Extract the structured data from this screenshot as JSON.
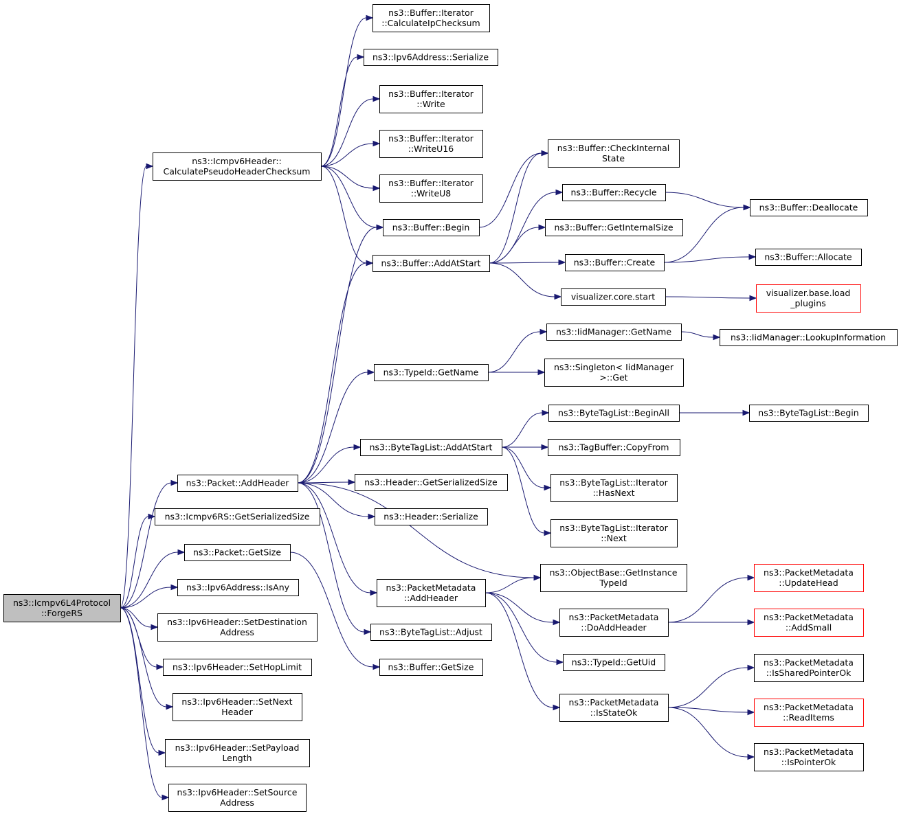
{
  "colors": {
    "edge": "#191970",
    "root_fill": "#bfbfbf",
    "node_border": "#000000",
    "truncated_border": "#ff0000"
  },
  "nodes": [
    {
      "id": "forgers",
      "lines": [
        "ns3::Icmpv6L4Protocol",
        "::ForgeRS"
      ],
      "style": "root"
    },
    {
      "id": "calcpseudo",
      "lines": [
        "ns3::Icmpv6Header::",
        "CalculatePseudoHeaderChecksum"
      ]
    },
    {
      "id": "packet_addheader",
      "lines": [
        "ns3::Packet::AddHeader"
      ]
    },
    {
      "id": "icmpv6rs_getsize",
      "lines": [
        "ns3::Icmpv6RS::GetSerializedSize"
      ]
    },
    {
      "id": "packet_getsize",
      "lines": [
        "ns3::Packet::GetSize"
      ]
    },
    {
      "id": "ipv6addr_isany",
      "lines": [
        "ns3::Ipv6Address::IsAny"
      ]
    },
    {
      "id": "setdest",
      "lines": [
        "ns3::Ipv6Header::SetDestination",
        "Address"
      ]
    },
    {
      "id": "sethop",
      "lines": [
        "ns3::Ipv6Header::SetHopLimit"
      ]
    },
    {
      "id": "setnext",
      "lines": [
        "ns3::Ipv6Header::SetNext",
        "Header"
      ]
    },
    {
      "id": "setpayload",
      "lines": [
        "ns3::Ipv6Header::SetPayload",
        "Length"
      ]
    },
    {
      "id": "setsource",
      "lines": [
        "ns3::Ipv6Header::SetSource",
        "Address"
      ]
    },
    {
      "id": "iter_calcip",
      "lines": [
        "ns3::Buffer::Iterator",
        "::CalculateIpChecksum"
      ]
    },
    {
      "id": "ipv6addr_serialize",
      "lines": [
        "ns3::Ipv6Address::Serialize"
      ]
    },
    {
      "id": "iter_write",
      "lines": [
        "ns3::Buffer::Iterator",
        "::Write"
      ]
    },
    {
      "id": "iter_writeu16",
      "lines": [
        "ns3::Buffer::Iterator",
        "::WriteU16"
      ]
    },
    {
      "id": "iter_writeu8",
      "lines": [
        "ns3::Buffer::Iterator",
        "::WriteU8"
      ]
    },
    {
      "id": "buffer_begin",
      "lines": [
        "ns3::Buffer::Begin"
      ]
    },
    {
      "id": "buffer_addatstart",
      "lines": [
        "ns3::Buffer::AddAtStart"
      ]
    },
    {
      "id": "typeid_getname",
      "lines": [
        "ns3::TypeId::GetName"
      ]
    },
    {
      "id": "btl_addatstart",
      "lines": [
        "ns3::ByteTagList::AddAtStart"
      ]
    },
    {
      "id": "header_getsize",
      "lines": [
        "ns3::Header::GetSerializedSize"
      ]
    },
    {
      "id": "header_serialize",
      "lines": [
        "ns3::Header::Serialize"
      ]
    },
    {
      "id": "pm_addheader",
      "lines": [
        "ns3::PacketMetadata",
        "::AddHeader"
      ]
    },
    {
      "id": "btl_adjust",
      "lines": [
        "ns3::ByteTagList::Adjust"
      ]
    },
    {
      "id": "buffer_getsize",
      "lines": [
        "ns3::Buffer::GetSize"
      ]
    },
    {
      "id": "buffer_checkinternal",
      "lines": [
        "ns3::Buffer::CheckInternal",
        "State"
      ]
    },
    {
      "id": "buffer_recycle",
      "lines": [
        "ns3::Buffer::Recycle"
      ]
    },
    {
      "id": "buffer_getinternalsize",
      "lines": [
        "ns3::Buffer::GetInternalSize"
      ]
    },
    {
      "id": "buffer_create",
      "lines": [
        "ns3::Buffer::Create"
      ]
    },
    {
      "id": "viz_start",
      "lines": [
        "visualizer.core.start"
      ]
    },
    {
      "id": "iid_getname",
      "lines": [
        "ns3::IidManager::GetName"
      ]
    },
    {
      "id": "singleton_get",
      "lines": [
        "ns3::Singleton< IidManager",
        ">::Get"
      ]
    },
    {
      "id": "btl_beginall",
      "lines": [
        "ns3::ByteTagList::BeginAll"
      ]
    },
    {
      "id": "tagbuffer_copyfrom",
      "lines": [
        "ns3::TagBuffer::CopyFrom"
      ]
    },
    {
      "id": "btl_iter_hasnext",
      "lines": [
        "ns3::ByteTagList::Iterator",
        "::HasNext"
      ]
    },
    {
      "id": "btl_iter_next",
      "lines": [
        "ns3::ByteTagList::Iterator",
        "::Next"
      ]
    },
    {
      "id": "objectbase_gettid",
      "lines": [
        "ns3::ObjectBase::GetInstance",
        "TypeId"
      ]
    },
    {
      "id": "pm_doaddheader",
      "lines": [
        "ns3::PacketMetadata",
        "::DoAddHeader"
      ]
    },
    {
      "id": "typeid_getuid",
      "lines": [
        "ns3::TypeId::GetUid"
      ]
    },
    {
      "id": "pm_isstateok",
      "lines": [
        "ns3::PacketMetadata",
        "::IsStateOk"
      ]
    },
    {
      "id": "buffer_deallocate",
      "lines": [
        "ns3::Buffer::Deallocate"
      ]
    },
    {
      "id": "buffer_allocate",
      "lines": [
        "ns3::Buffer::Allocate"
      ]
    },
    {
      "id": "viz_loadplugins",
      "lines": [
        "visualizer.base.load",
        "_plugins"
      ],
      "style": "red"
    },
    {
      "id": "iid_lookupinfo",
      "lines": [
        "ns3::IidManager::LookupInformation"
      ]
    },
    {
      "id": "btl_begin",
      "lines": [
        "ns3::ByteTagList::Begin"
      ]
    },
    {
      "id": "pm_updatehead",
      "lines": [
        "ns3::PacketMetadata",
        "::UpdateHead"
      ],
      "style": "red"
    },
    {
      "id": "pm_addsmall",
      "lines": [
        "ns3::PacketMetadata",
        "::AddSmall"
      ],
      "style": "red"
    },
    {
      "id": "pm_issharedptrok",
      "lines": [
        "ns3::PacketMetadata",
        "::IsSharedPointerOk"
      ]
    },
    {
      "id": "pm_readitems",
      "lines": [
        "ns3::PacketMetadata",
        "::ReadItems"
      ],
      "style": "red"
    },
    {
      "id": "pm_ispointerok",
      "lines": [
        "ns3::PacketMetadata",
        "::IsPointerOk"
      ]
    }
  ],
  "edges": [
    [
      "forgers",
      "calcpseudo"
    ],
    [
      "forgers",
      "packet_addheader"
    ],
    [
      "forgers",
      "icmpv6rs_getsize"
    ],
    [
      "forgers",
      "packet_getsize"
    ],
    [
      "forgers",
      "ipv6addr_isany"
    ],
    [
      "forgers",
      "setdest"
    ],
    [
      "forgers",
      "sethop"
    ],
    [
      "forgers",
      "setnext"
    ],
    [
      "forgers",
      "setpayload"
    ],
    [
      "forgers",
      "setsource"
    ],
    [
      "calcpseudo",
      "iter_calcip"
    ],
    [
      "calcpseudo",
      "ipv6addr_serialize"
    ],
    [
      "calcpseudo",
      "iter_write"
    ],
    [
      "calcpseudo",
      "iter_writeu16"
    ],
    [
      "calcpseudo",
      "iter_writeu8"
    ],
    [
      "calcpseudo",
      "buffer_begin"
    ],
    [
      "calcpseudo",
      "buffer_addatstart"
    ],
    [
      "packet_addheader",
      "buffer_begin"
    ],
    [
      "packet_addheader",
      "buffer_addatstart"
    ],
    [
      "packet_addheader",
      "typeid_getname"
    ],
    [
      "packet_addheader",
      "btl_addatstart"
    ],
    [
      "packet_addheader",
      "header_getsize"
    ],
    [
      "packet_addheader",
      "header_serialize"
    ],
    [
      "packet_addheader",
      "objectbase_gettid"
    ],
    [
      "packet_addheader",
      "pm_addheader"
    ],
    [
      "packet_addheader",
      "btl_adjust"
    ],
    [
      "packet_getsize",
      "buffer_getsize"
    ],
    [
      "buffer_begin",
      "buffer_checkinternal"
    ],
    [
      "buffer_addatstart",
      "buffer_checkinternal"
    ],
    [
      "buffer_addatstart",
      "buffer_recycle"
    ],
    [
      "buffer_addatstart",
      "buffer_getinternalsize"
    ],
    [
      "buffer_addatstart",
      "buffer_create"
    ],
    [
      "buffer_addatstart",
      "viz_start"
    ],
    [
      "buffer_recycle",
      "buffer_deallocate"
    ],
    [
      "buffer_create",
      "buffer_deallocate"
    ],
    [
      "buffer_create",
      "buffer_allocate"
    ],
    [
      "viz_start",
      "viz_loadplugins"
    ],
    [
      "typeid_getname",
      "iid_getname"
    ],
    [
      "typeid_getname",
      "singleton_get"
    ],
    [
      "iid_getname",
      "iid_lookupinfo"
    ],
    [
      "btl_addatstart",
      "btl_beginall"
    ],
    [
      "btl_addatstart",
      "tagbuffer_copyfrom"
    ],
    [
      "btl_addatstart",
      "btl_iter_hasnext"
    ],
    [
      "btl_addatstart",
      "btl_iter_next"
    ],
    [
      "btl_beginall",
      "btl_begin"
    ],
    [
      "pm_addheader",
      "objectbase_gettid"
    ],
    [
      "pm_addheader",
      "pm_doaddheader"
    ],
    [
      "pm_addheader",
      "typeid_getuid"
    ],
    [
      "pm_addheader",
      "pm_isstateok"
    ],
    [
      "pm_doaddheader",
      "pm_updatehead"
    ],
    [
      "pm_doaddheader",
      "pm_addsmall"
    ],
    [
      "pm_isstateok",
      "pm_issharedptrok"
    ],
    [
      "pm_isstateok",
      "pm_readitems"
    ],
    [
      "pm_isstateok",
      "pm_ispointerok"
    ]
  ]
}
